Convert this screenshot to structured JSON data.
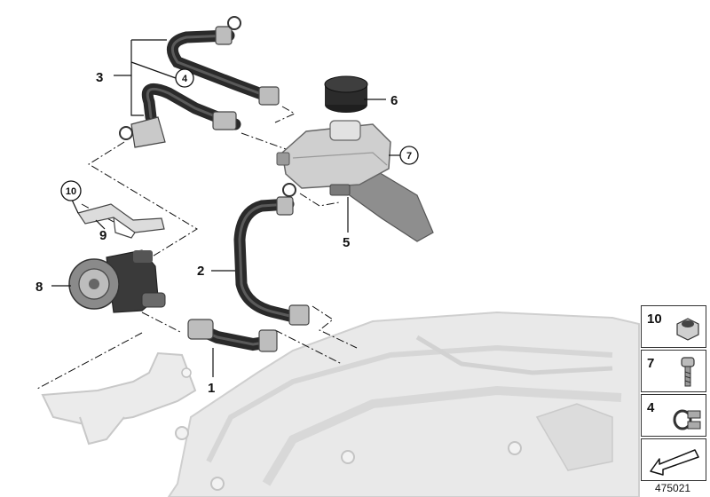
{
  "diagram": {
    "callouts": [
      "1",
      "2",
      "3",
      "5",
      "6",
      "8",
      "9"
    ],
    "circled_callouts": [
      "4",
      "7",
      "10"
    ]
  },
  "legend": {
    "items": [
      {
        "number": "10",
        "icon": "hex-nut-icon"
      },
      {
        "number": "7",
        "icon": "screw-icon"
      },
      {
        "number": "4",
        "icon": "hose-clamp-icon"
      },
      {
        "number": "",
        "icon": "arrow-symbol-icon"
      }
    ]
  },
  "reference_number": "475021",
  "colors": {
    "hose": "#2a2a2a",
    "tank": "#c8c8c8",
    "underbody": "#e6e6e6",
    "leader": "#111111"
  }
}
